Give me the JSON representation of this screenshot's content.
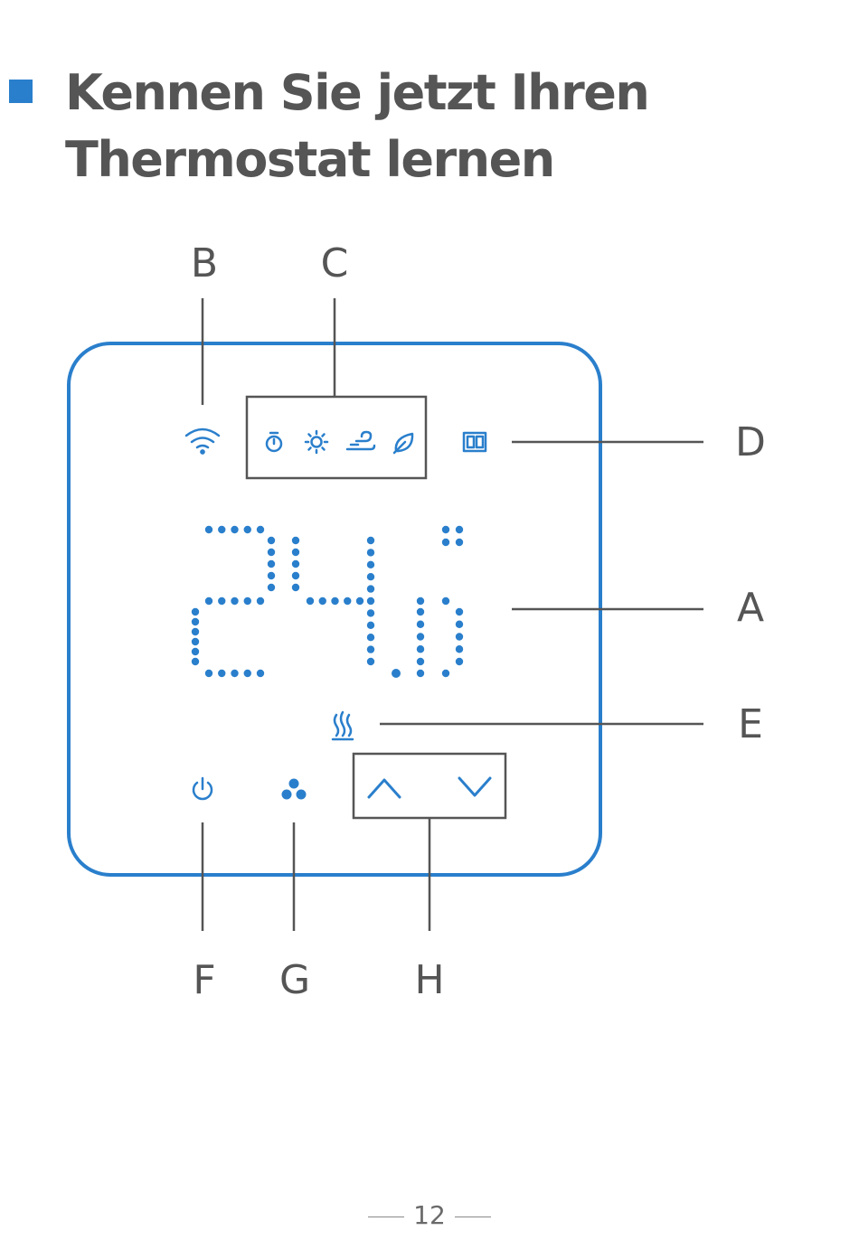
{
  "heading": {
    "line1": "Kennen Sie jetzt Ihren",
    "line2": "Thermostat lernen"
  },
  "colors": {
    "accent": "#2a7fcc",
    "frame": "#2a7fcc",
    "text": "#555555",
    "line": "#555555"
  },
  "device": {
    "display_value": "24.0",
    "icons": {
      "wifi": "wifi-icon",
      "mode_group": [
        "timer-icon",
        "sun-icon",
        "wind-icon",
        "leaf-icon"
      ],
      "window": "window-icon",
      "heating": "heating-icon",
      "power": "power-icon",
      "fan": "fan-icon",
      "up": "chevron-up-icon",
      "down": "chevron-down-icon"
    }
  },
  "callouts": {
    "A": "A",
    "B": "B",
    "C": "C",
    "D": "D",
    "E": "E",
    "F": "F",
    "G": "G",
    "H": "H"
  },
  "page_number": "12"
}
